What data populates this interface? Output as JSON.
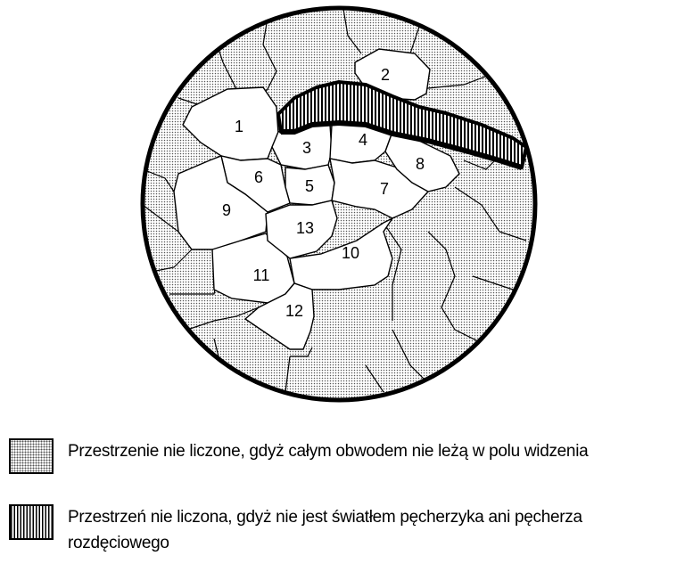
{
  "diagram": {
    "region_labels": [
      "1",
      "2",
      "3",
      "4",
      "5",
      "6",
      "7",
      "8",
      "9",
      "10",
      "11",
      "12",
      "13"
    ]
  },
  "legend": {
    "dotted_label": "Przestrzenie nie liczone, gdyż całym obwodem nie leżą w polu widzenia",
    "striped_label_line1": "Przestrzeń nie liczona, gdyż nie jest światłem pęcherzyka ani pęcherza",
    "striped_label_line2": "rozdęciowego"
  },
  "colors": {
    "outline": "#000000",
    "background": "#ffffff",
    "dots": "#555555"
  }
}
